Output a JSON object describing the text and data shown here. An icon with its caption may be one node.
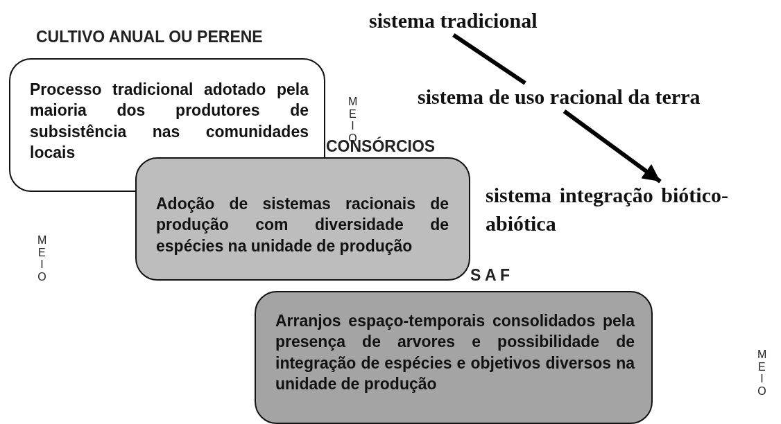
{
  "diagram": {
    "nodes": [
      {
        "text": [
          "CULTIVO ANUAL OU PERENE",
          "Processo tradicional adotado pela maioria dos produtores de subsistência nas comunidades locais"
        ]
      },
      {
        "text": [
          "CONSÓRCIOS",
          "Adoção de sistemas racionais de produção com diversidade de espécies na unidade de produção"
        ]
      },
      {
        "text": [
          "S A F",
          "Arranjos espaço-temporais consolidados pela presença de arvores e possibilidade de integração de espécies e objetivos diversos na unidade de produção"
        ]
      },
      {
        "text": [
          "sistema tradicional"
        ]
      },
      {
        "text": [
          "sistema de uso racional da terra"
        ]
      },
      {
        "text": [
          "sistema integração biótico-abiótica"
        ]
      }
    ],
    "edges": [
      {
        "from": 3,
        "to": 4,
        "arrow": "none"
      },
      {
        "from": 4,
        "to": 5,
        "arrow": "to"
      }
    ],
    "labels": [
      "MEIO",
      "MEIO",
      "MEIO"
    ]
  }
}
